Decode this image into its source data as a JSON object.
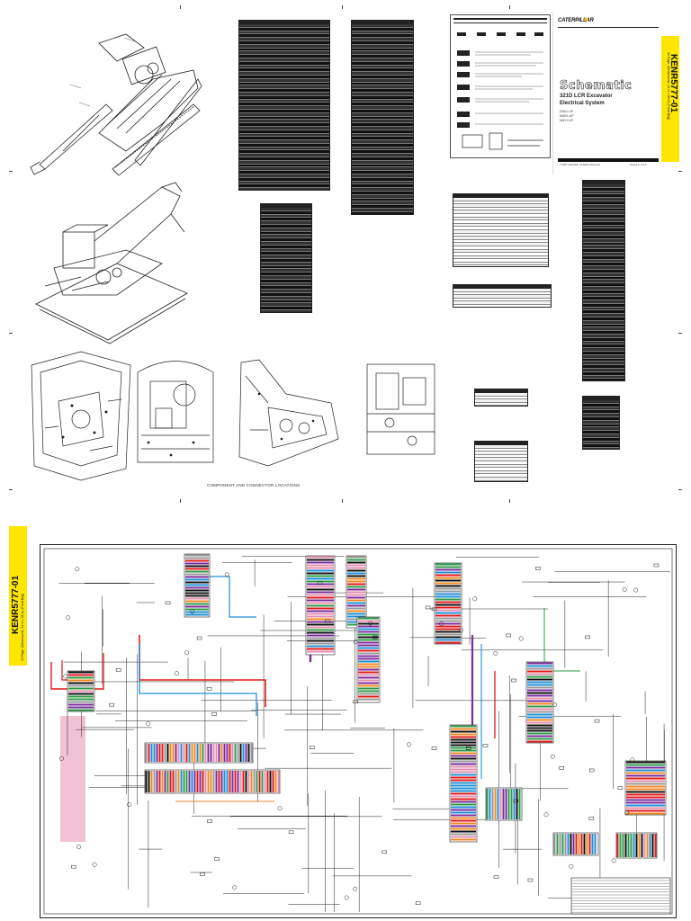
{
  "document": {
    "brand": "CATERPILLAR",
    "title_word": "Schematic",
    "model_line": "321D LCR Excavator",
    "system_line": "Electrical System",
    "serial_prefixes": [
      "DBA1-UP",
      "MAB1-UP",
      "MAY1-UP"
    ],
    "doc_number_top": "KENR5777-01",
    "doc_number_bottom": "KENR5777-01",
    "pages_note": "34 Page, (Dimensions: 24 in x 36 in) (Front Bkg)",
    "locations_caption": "COMPONENT AND CONNECTOR LOCATIONS",
    "copyright": "© 2007 Caterpillar. All Rights Reserved",
    "printed": "Printed in U.S.A."
  },
  "colors": {
    "band": "#ffe600",
    "wire_red": "#e01b1b",
    "wire_blue": "#1f8fd6",
    "wire_purple": "#7b2d9e",
    "wire_pink": "#e48fb0",
    "wire_orange": "#f08a24",
    "wire_green": "#2f9b4a",
    "ink": "#111111"
  },
  "icons": [
    "excavator-illustration",
    "cab-illustration",
    "valve-illustration",
    "legend-symbols"
  ]
}
